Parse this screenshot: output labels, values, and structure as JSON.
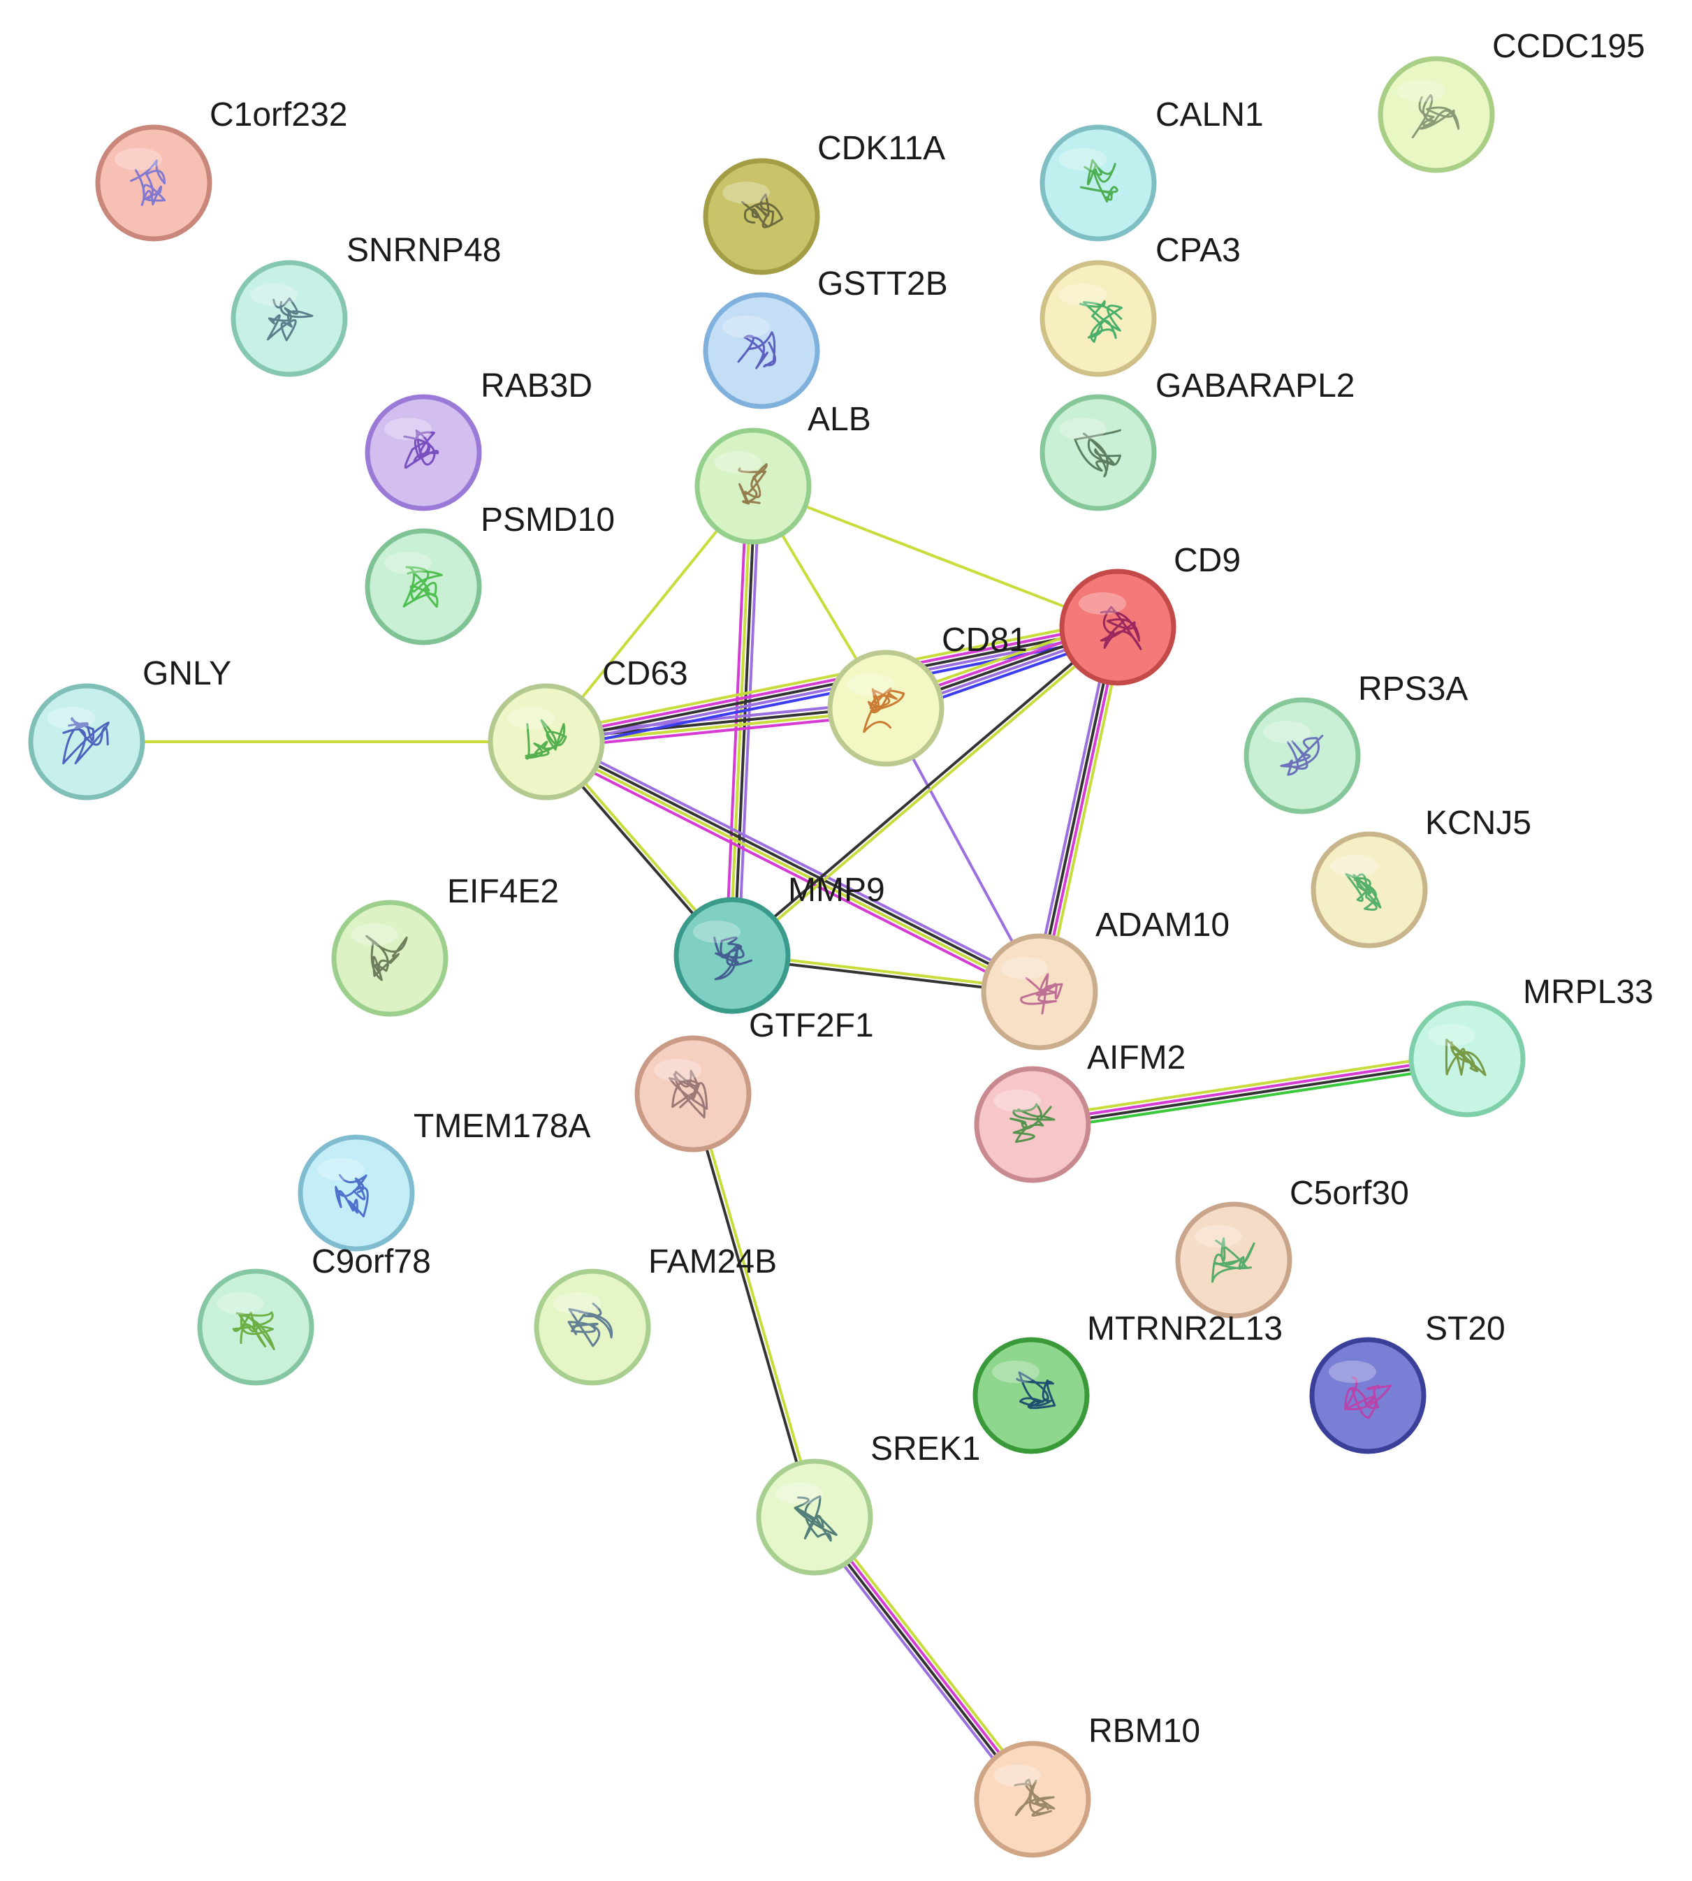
{
  "nodes": [
    {
      "id": "C1orf232",
      "label": "C1orf232",
      "fill": "#f7c0b5",
      "ring": "#c9867a",
      "structure": "#6b6bd6"
    },
    {
      "id": "CDK11A",
      "label": "CDK11A",
      "fill": "#c9c46a",
      "ring": "#a39e45",
      "structure": "#5a5a3a"
    },
    {
      "id": "CALN1",
      "label": "CALN1",
      "fill": "#bff0ef",
      "ring": "#7fbfc4",
      "structure": "#3aa33a"
    },
    {
      "id": "CCDC195",
      "label": "CCDC195",
      "fill": "#e8f7c4",
      "ring": "#a8cf85",
      "structure": "#7a8a6a"
    },
    {
      "id": "SNRNP48",
      "label": "SNRNP48",
      "fill": "#c7f0e6",
      "ring": "#86c7b1",
      "structure": "#4a6a7a"
    },
    {
      "id": "GSTT2B",
      "label": "GSTT2B",
      "fill": "#c4def5",
      "ring": "#7fb1dc",
      "structure": "#4a4ab5"
    },
    {
      "id": "CPA3",
      "label": "CPA3",
      "fill": "#f7efc0",
      "ring": "#cfc088",
      "structure": "#2aa35a"
    },
    {
      "id": "RAB3D",
      "label": "RAB3D",
      "fill": "#d2bff0",
      "ring": "#9a7ad6",
      "structure": "#6a3ab5"
    },
    {
      "id": "ALB",
      "label": "ALB",
      "fill": "#d7f2c4",
      "ring": "#95cf8c",
      "structure": "#8a6a3a"
    },
    {
      "id": "GABARAPL2",
      "label": "GABARAPL2",
      "fill": "#c9f0d4",
      "ring": "#86c79a",
      "structure": "#4a6a4a"
    },
    {
      "id": "PSMD10",
      "label": "PSMD10",
      "fill": "#c9f0d4",
      "ring": "#7fc294",
      "structure": "#3ab53a"
    },
    {
      "id": "CD9",
      "label": "CD9",
      "fill": "#f47a7a",
      "ring": "#c44a4a",
      "structure": "#8a1a5a"
    },
    {
      "id": "GNLY",
      "label": "GNLY",
      "fill": "#c7f0ec",
      "ring": "#7fbfb8",
      "structure": "#3a4ab5"
    },
    {
      "id": "CD63",
      "label": "CD63",
      "fill": "#eef5c6",
      "ring": "#b4c98f",
      "structure": "#3aa33a"
    },
    {
      "id": "CD81",
      "label": "CD81",
      "fill": "#f2f7c4",
      "ring": "#bcc98f",
      "structure": "#c4661a"
    },
    {
      "id": "RPS3A",
      "label": "RPS3A",
      "fill": "#c9f0d4",
      "ring": "#86c79a",
      "structure": "#5a5ab5"
    },
    {
      "id": "KCNJ5",
      "label": "KCNJ5",
      "fill": "#f5efc6",
      "ring": "#c9b58c",
      "structure": "#3aa35a"
    },
    {
      "id": "EIF4E2",
      "label": "EIF4E2",
      "fill": "#ddf2c4",
      "ring": "#9ccf8c",
      "structure": "#5a6a4a"
    },
    {
      "id": "MMP9",
      "label": "MMP9",
      "fill": "#7fcfc2",
      "ring": "#3a9a8c",
      "structure": "#3a4a8a"
    },
    {
      "id": "GTF2F1",
      "label": "GTF2F1",
      "fill": "#f5cfc0",
      "ring": "#c99a86",
      "structure": "#8a6a6a"
    },
    {
      "id": "ADAM10",
      "label": "ADAM10",
      "fill": "#f7e0c6",
      "ring": "#c9ad8c",
      "structure": "#b55a8a"
    },
    {
      "id": "AIFM2",
      "label": "AIFM2",
      "fill": "#f7c6c9",
      "ring": "#c98a8f",
      "structure": "#3a8a3a"
    },
    {
      "id": "MRPL33",
      "label": "MRPL33",
      "fill": "#c6f5e3",
      "ring": "#7fcfaa",
      "structure": "#6a8a2a"
    },
    {
      "id": "TMEM178A",
      "label": "TMEM178A",
      "fill": "#c4eef7",
      "ring": "#7fbccf",
      "structure": "#3a5ac4"
    },
    {
      "id": "C5orf30",
      "label": "C5orf30",
      "fill": "#f5dcc6",
      "ring": "#c9a58c",
      "structure": "#3aa35a"
    },
    {
      "id": "C9orf78",
      "label": "C9orf78",
      "fill": "#c9f0d9",
      "ring": "#86c7a3",
      "structure": "#5aa32a"
    },
    {
      "id": "FAM24B",
      "label": "FAM24B",
      "fill": "#e6f5c6",
      "ring": "#a8cf8f",
      "structure": "#4a6a8a"
    },
    {
      "id": "MTRNR2L13",
      "label": "MTRNR2L13",
      "fill": "#8fd68f",
      "ring": "#3a9a3a",
      "structure": "#0a3a6a"
    },
    {
      "id": "ST20",
      "label": "ST20",
      "fill": "#7a7fd6",
      "ring": "#3a3f9a",
      "structure": "#c43aa3"
    },
    {
      "id": "SREK1",
      "label": "SREK1",
      "fill": "#e6f7cc",
      "ring": "#a8cf8f",
      "structure": "#3a6a6a"
    },
    {
      "id": "RBM10",
      "label": "RBM10",
      "fill": "#fad9bf",
      "ring": "#cfa586",
      "structure": "#8a7a5a"
    }
  ],
  "edges": [
    {
      "source": "GNLY",
      "target": "CD63",
      "evidence": [
        "textmining"
      ]
    },
    {
      "source": "ALB",
      "target": "CD63",
      "evidence": [
        "textmining"
      ]
    },
    {
      "source": "ALB",
      "target": "CD81",
      "evidence": [
        "textmining"
      ]
    },
    {
      "source": "ALB",
      "target": "CD9",
      "evidence": [
        "textmining"
      ]
    },
    {
      "source": "ALB",
      "target": "MMP9",
      "evidence": [
        "experiments",
        "coexpression",
        "textmining",
        "database"
      ]
    },
    {
      "source": "CD63",
      "target": "CD81",
      "evidence": [
        "experiments",
        "coexpression",
        "textmining",
        "database"
      ]
    },
    {
      "source": "CD63",
      "target": "CD9",
      "evidence": [
        "textmining",
        "database",
        "coexpression",
        "experiments",
        "cooccurrence"
      ]
    },
    {
      "source": "CD63",
      "target": "MMP9",
      "evidence": [
        "textmining",
        "coexpression"
      ]
    },
    {
      "source": "CD63",
      "target": "ADAM10",
      "evidence": [
        "experiments",
        "coexpression",
        "textmining",
        "database"
      ]
    },
    {
      "source": "CD81",
      "target": "CD9",
      "evidence": [
        "textmining",
        "database",
        "coexpression",
        "experiments",
        "cooccurrence"
      ]
    },
    {
      "source": "CD81",
      "target": "ADAM10",
      "evidence": [
        "experiments"
      ]
    },
    {
      "source": "CD9",
      "target": "MMP9",
      "evidence": [
        "textmining",
        "coexpression"
      ]
    },
    {
      "source": "CD9",
      "target": "ADAM10",
      "evidence": [
        "textmining",
        "database",
        "coexpression",
        "experiments"
      ]
    },
    {
      "source": "MMP9",
      "target": "ADAM10",
      "evidence": [
        "textmining",
        "coexpression"
      ]
    },
    {
      "source": "AIFM2",
      "target": "MRPL33",
      "evidence": [
        "textmining",
        "database",
        "coexpression",
        "neighborhood"
      ]
    },
    {
      "source": "GTF2F1",
      "target": "SREK1",
      "evidence": [
        "textmining",
        "coexpression"
      ]
    },
    {
      "source": "SREK1",
      "target": "RBM10",
      "evidence": [
        "textmining",
        "database",
        "coexpression",
        "experiments"
      ]
    }
  ],
  "evidence_colors": {
    "textmining": "#c8dc3c",
    "database": "#d43cd4",
    "coexpression": "#333333",
    "experiments": "#9b6fe0",
    "cooccurrence": "#3c3cf0",
    "neighborhood": "#3cc83c"
  }
}
